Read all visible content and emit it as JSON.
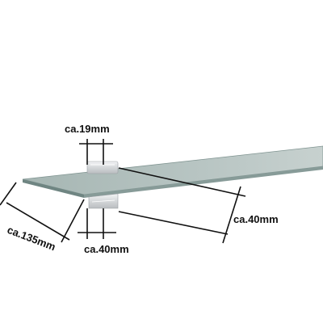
{
  "diagram": {
    "colors": {
      "glass_top": "#a9b8b5",
      "glass_edge": "#6f8582",
      "metal": "#d9dcde",
      "line": "#111111"
    },
    "labels": {
      "top_width": "ca.19mm",
      "bottom_width": "ca.40mm",
      "right_depth": "ca.40mm",
      "shelf_depth": "ca.135mm"
    }
  }
}
